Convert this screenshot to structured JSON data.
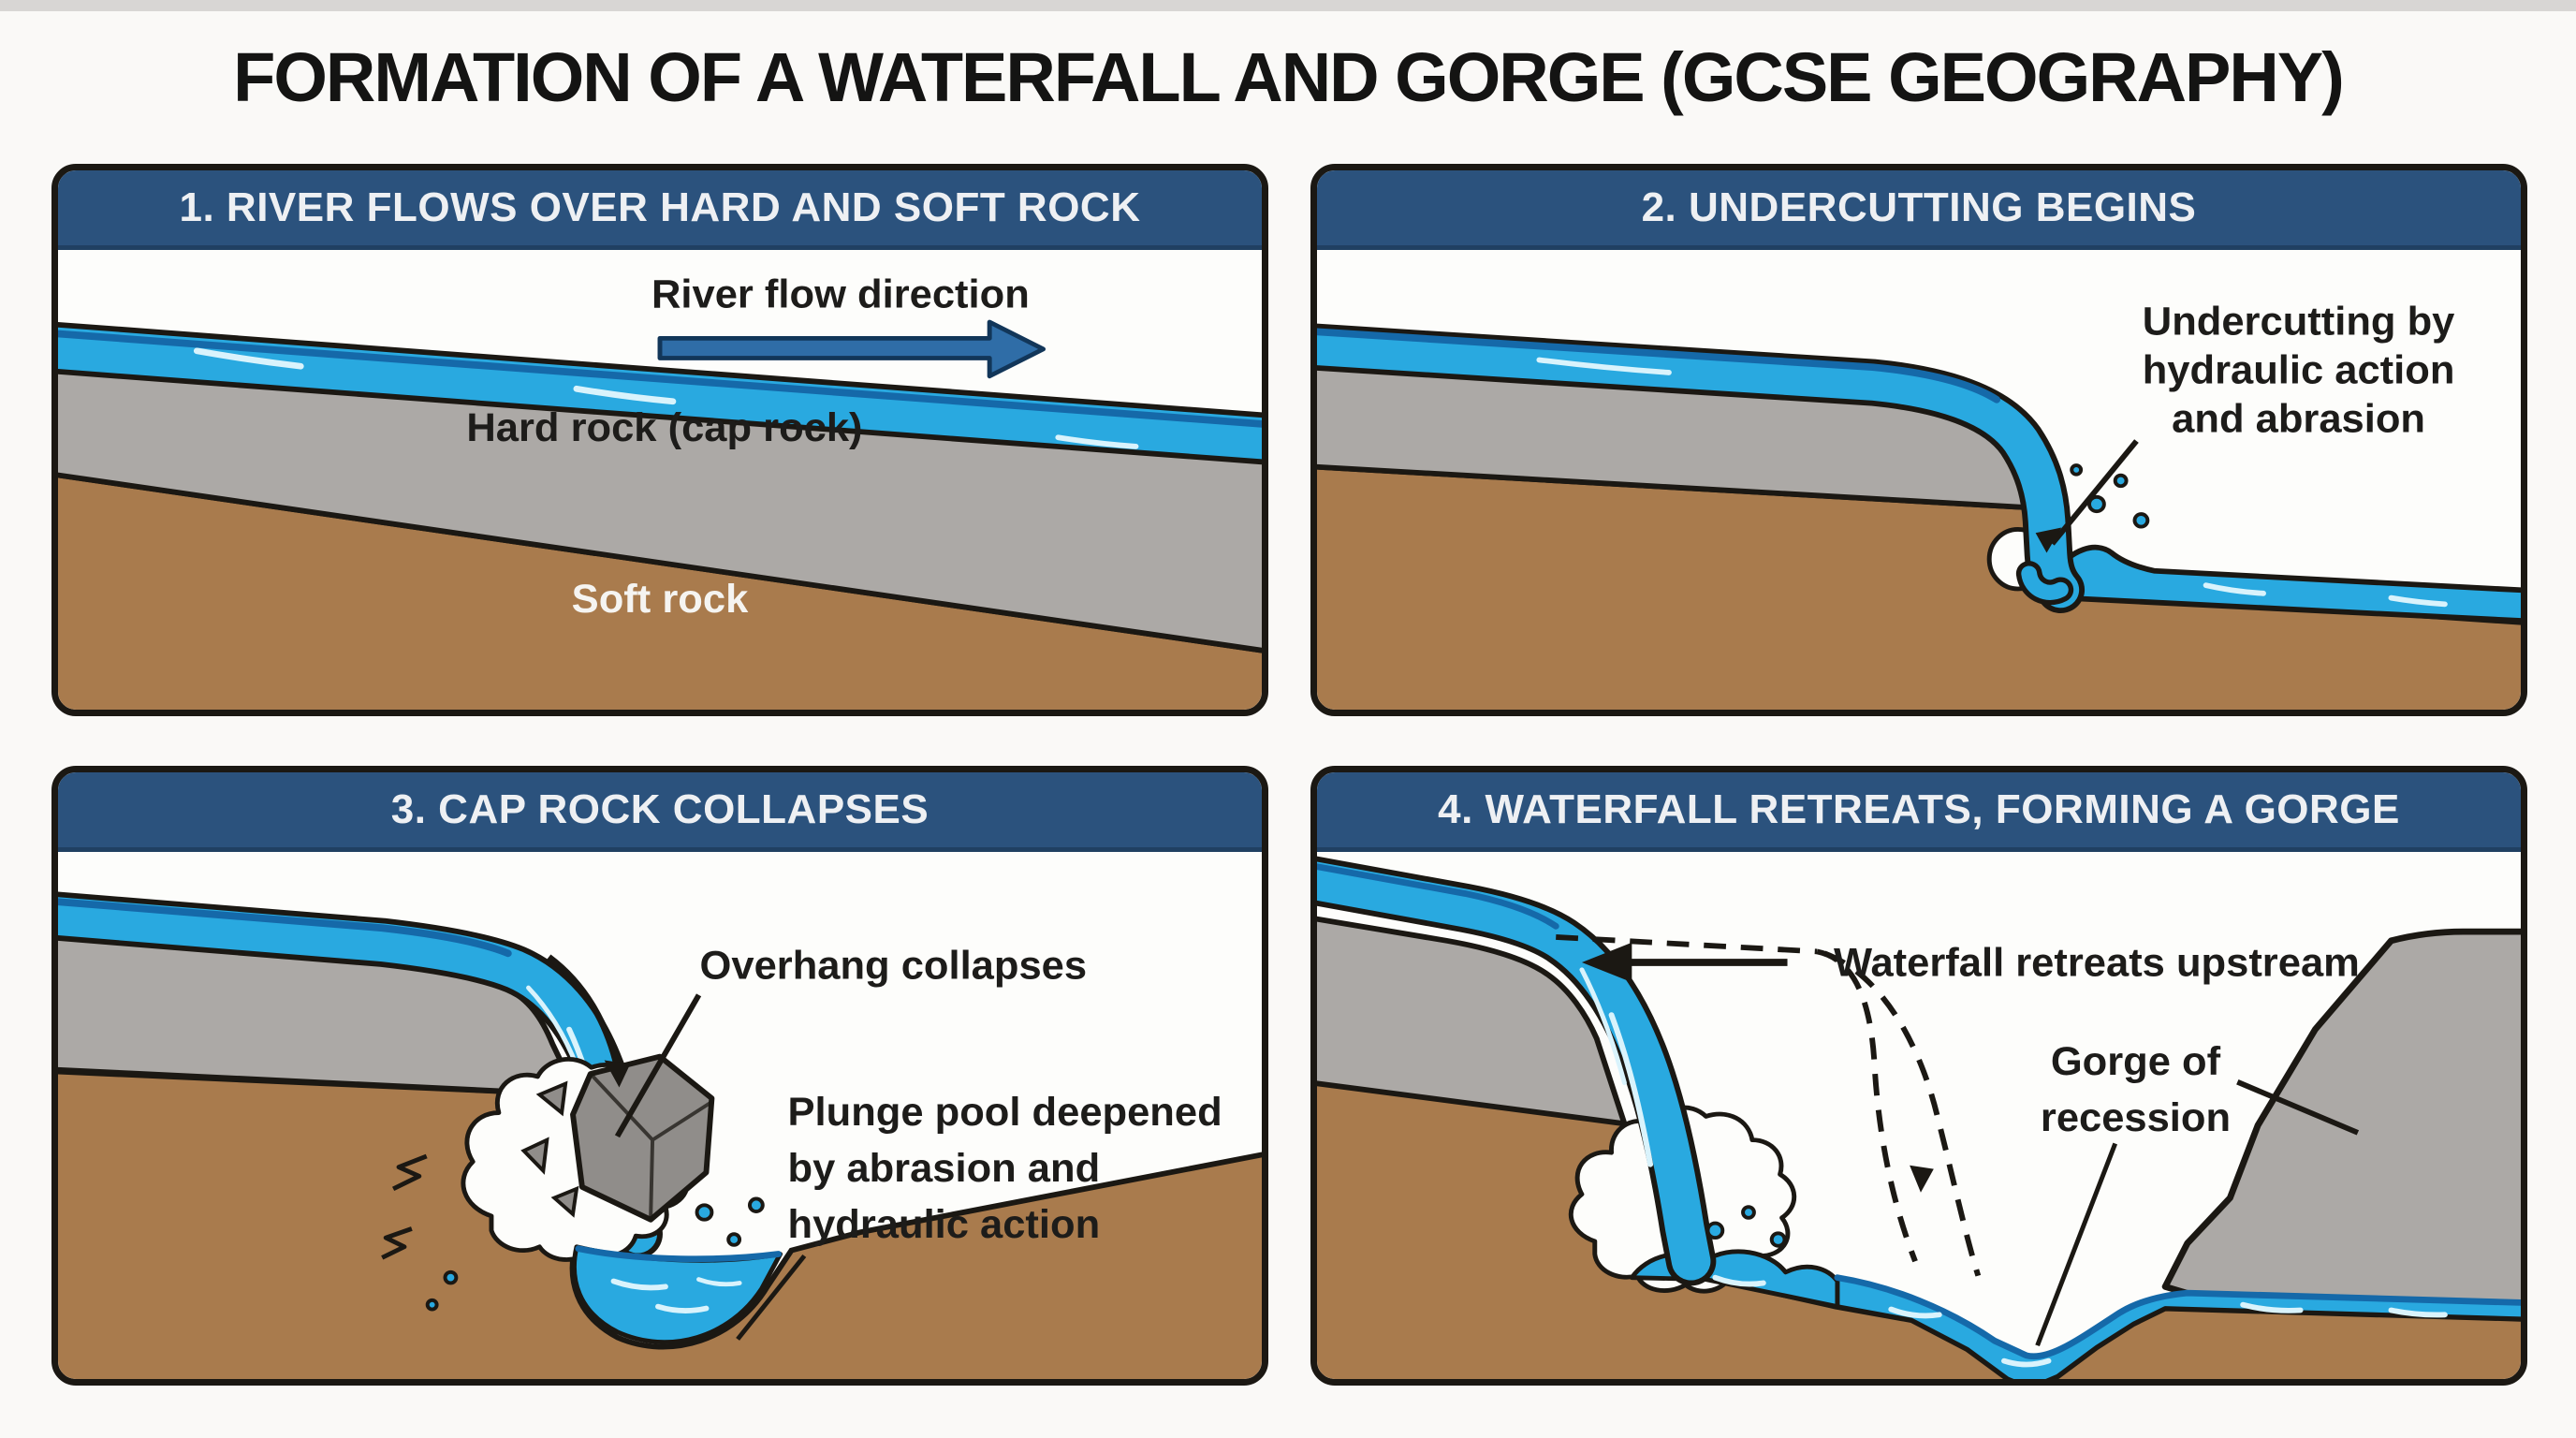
{
  "page": {
    "title": "FORMATION OF A WATERFALL AND GORGE (GCSE GEOGRAPHY)"
  },
  "colors": {
    "page_bg": "#faf9f7",
    "panel_bg": "#fdfdfb",
    "header_bg": "#2b527d",
    "header_text": "#eef0f3",
    "water": "#29a9e0",
    "water_edge": "#1569a9",
    "water_hl": "#d9f3fc",
    "gray": "#aca9a6",
    "boulder": "#908d8a",
    "brown": "#a97b4d",
    "arrow_blue": "#2f6da7",
    "outline": "#1b1813",
    "title_text": "#141413",
    "label": "#1d1c1a"
  },
  "panel1": {
    "header": "1. RIVER FLOWS OVER HARD AND SOFT ROCK",
    "flow_label": "River flow direction",
    "hard_rock_label": "Hard rock (cap rock)",
    "soft_rock_label": "Soft rock"
  },
  "panel2": {
    "header": "2. UNDERCUTTING BEGINS",
    "note_line1": "Undercutting by",
    "note_line2": "hydraulic action",
    "note_line3": "and abrasion"
  },
  "panel3": {
    "header": "3. CAP ROCK COLLAPSES",
    "overhang_label": "Overhang collapses",
    "plunge_line1": "Plunge pool deepened",
    "plunge_line2": "by abrasion and",
    "plunge_line3": "hydraulic action"
  },
  "panel4": {
    "header": "4. WATERFALL RETREATS, FORMING A GORGE",
    "retreat_label": "Waterfall retreats upstream",
    "gorge_line1": "Gorge of",
    "gorge_line2": "recession"
  }
}
